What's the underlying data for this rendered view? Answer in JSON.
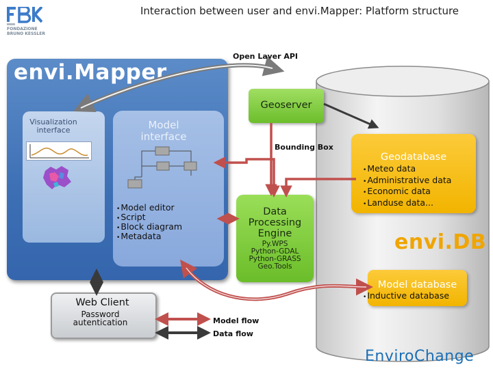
{
  "header": {
    "title": "Interaction between user and envi.Mapper: Platform structure"
  },
  "logo": {
    "mark": "FBK",
    "org_line1": "FONDAZIONE",
    "org_line2": "BRUNO KESSLER"
  },
  "envimapper": {
    "title": "envi.Mapper",
    "visualization": {
      "title_line1": "Visualization",
      "title_line2": "interface"
    },
    "model_interface": {
      "title_line1": "Model",
      "title_line2": "interface",
      "items": [
        "Model editor",
        "Script",
        "Block diagram",
        "Metadata"
      ]
    }
  },
  "labels": {
    "open_layer_api": "Open Layer API",
    "bounding_box": "Bounding Box"
  },
  "geoserver": {
    "label": "Geoserver"
  },
  "dpe": {
    "title_line1": "Data",
    "title_line2": "Processing",
    "title_line3": "Engine",
    "tools": [
      "Py.WPS",
      "Python-GDAL",
      "Python-GRASS",
      "Geo.Tools"
    ]
  },
  "envidb": {
    "label": "envi.DB",
    "geodatabase": {
      "title": "Geodatabase",
      "items": [
        "Meteo data",
        "Administrative data",
        "Economic data",
        "Landuse data..."
      ]
    },
    "model_database": {
      "title": "Model database",
      "items": [
        "Inductive database"
      ]
    }
  },
  "web_client": {
    "title": "Web Client",
    "sub_line1": "Password",
    "sub_line2": "autentication"
  },
  "legend": {
    "model_flow": "Model flow",
    "data_flow": "Data flow"
  },
  "footer_logo": {
    "text": "EnviroChange"
  },
  "colors": {
    "envimapper_panel": "#3d6fb5",
    "model_flow": "#c0504d",
    "data_flow": "#3a3a3a",
    "green_box": "#6cbe2c",
    "yellow_box": "#f2b400",
    "envidb_text": "#f0a500"
  }
}
